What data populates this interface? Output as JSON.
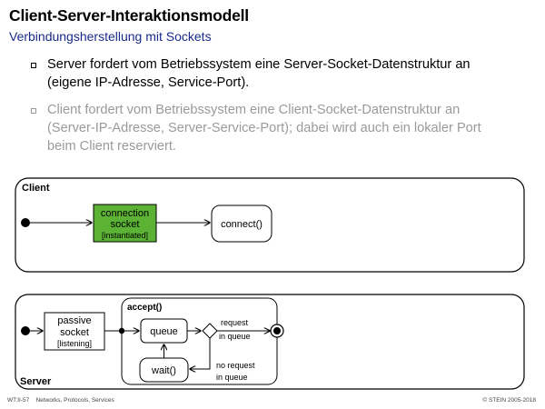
{
  "header": {
    "title": "Client-Server-Interaktionsmodell",
    "subtitle": "Verbindungsherstellung mit Sockets"
  },
  "bullets": [
    {
      "lines": [
        "Server fordert vom Betriebssystem eine Server-Socket-Datenstruktur an",
        "(eigene IP-Adresse, Service-Port)."
      ]
    },
    {
      "lines": [
        "Client fordert vom Betriebssystem eine Client-Socket-Datenstruktur an",
        "(Server-IP-Adresse, Server-Service-Port); dabei wird auch ein lokaler Port",
        "beim Client reserviert."
      ]
    }
  ],
  "client_diagram": {
    "label": "Client",
    "socket_lines": [
      "connection",
      "socket"
    ],
    "socket_state": "[instantiated]",
    "connect_label": "connect()",
    "colors": {
      "socket_fill": "#5bb234"
    }
  },
  "server_diagram": {
    "label": "Server",
    "socket_lines": [
      "passive",
      "socket"
    ],
    "socket_state": "[listening]",
    "accept_label": "accept()",
    "queue_label": "queue",
    "wait_label": "wait()",
    "request_guard": [
      "request",
      "in queue"
    ],
    "no_request_guard": [
      "no request",
      "in queue"
    ]
  },
  "footer": {
    "left_code": "WT:II-57",
    "left_topic": "Networks, Protocols, Services",
    "right": "© STEIN 2005-2018"
  }
}
